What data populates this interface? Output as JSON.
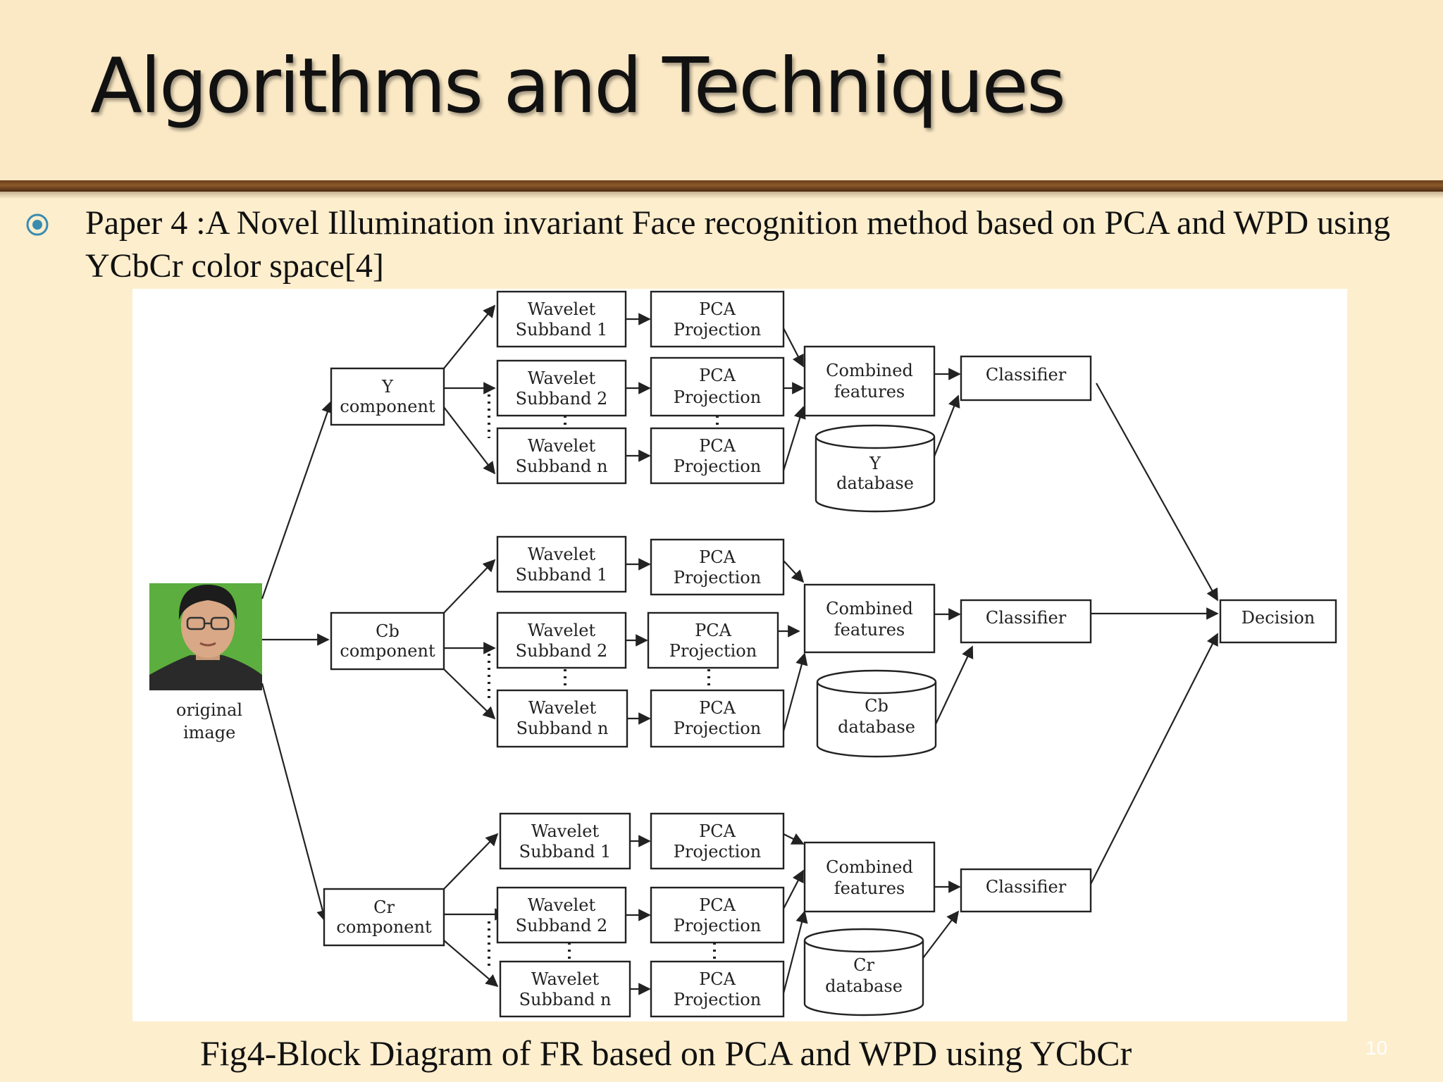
{
  "slide": {
    "title": "Algorithms and Techniques",
    "bullet": "Paper  4 :A Novel Illumination invariant Face recognition method based on PCA and WPD using YCbCr color space[4]",
    "caption": "Fig4-Block Diagram of FR based on PCA and WPD using YCbCr",
    "slide_number": "10",
    "bullet_icon": "circled-dot-icon"
  },
  "colors": {
    "background": "#fdeecd",
    "divider": "#6b3d18",
    "bullet": "#3a8bb0"
  },
  "diagram": {
    "input": {
      "label_line1": "original",
      "label_line2": "image",
      "photo": "face-photo"
    },
    "wavelet_label": "Wavelet",
    "subband_1": "Subband 1",
    "subband_2": "Subband 2",
    "subband_n": "Subband n",
    "pca_line1": "PCA",
    "pca_line2": "Projection",
    "combined_line1": "Combined",
    "combined_line2": "features",
    "classifier": "Classifier",
    "database_word": "database",
    "decision": "Decision",
    "component_word": "component",
    "channels": [
      {
        "name": "Y"
      },
      {
        "name": "Cb"
      },
      {
        "name": "Cr"
      }
    ]
  }
}
